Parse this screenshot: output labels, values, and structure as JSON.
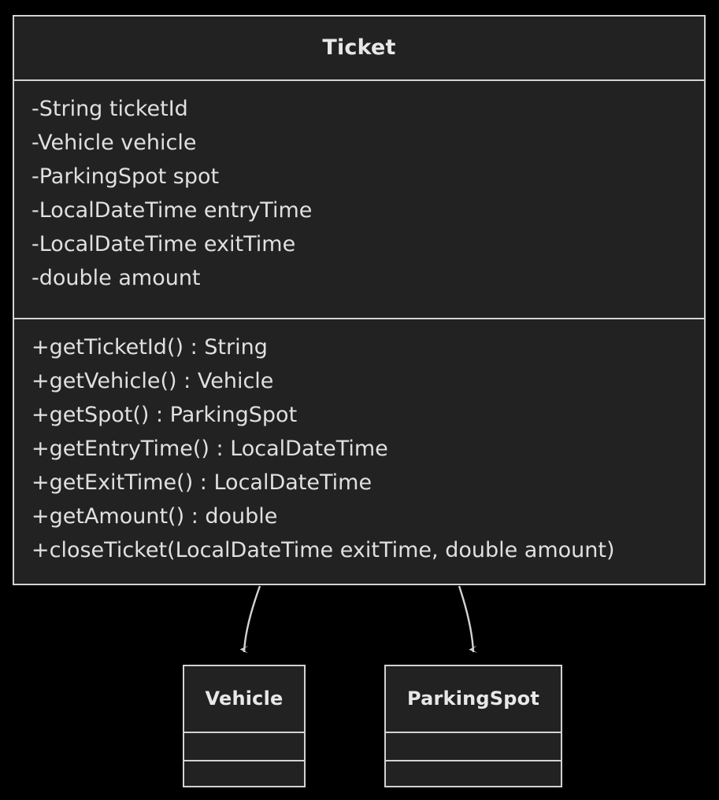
{
  "diagram": {
    "type": "uml-class-diagram",
    "background_color": "#000000",
    "box_fill_color": "#222222",
    "border_color": "#d3d3d3",
    "text_color": "#e0e0e0",
    "classes": [
      {
        "name": "Ticket",
        "attributes": [
          "-String ticketId",
          "-Vehicle vehicle",
          "-ParkingSpot spot",
          "-LocalDateTime entryTime",
          "-LocalDateTime exitTime",
          "-double amount"
        ],
        "methods": [
          "+getTicketId() : String",
          "+getVehicle() : Vehicle",
          "+getSpot() : ParkingSpot",
          "+getEntryTime() : LocalDateTime",
          "+getExitTime() : LocalDateTime",
          "+getAmount() : double",
          "+closeTicket(LocalDateTime exitTime, double amount)"
        ]
      },
      {
        "name": "Vehicle",
        "attributes": [],
        "methods": []
      },
      {
        "name": "ParkingSpot",
        "attributes": [],
        "methods": []
      }
    ],
    "relationships": [
      {
        "from": "Ticket",
        "to": "Vehicle",
        "style": "arrow",
        "label": ""
      },
      {
        "from": "Ticket",
        "to": "ParkingSpot",
        "style": "arrow",
        "label": ""
      }
    ]
  }
}
